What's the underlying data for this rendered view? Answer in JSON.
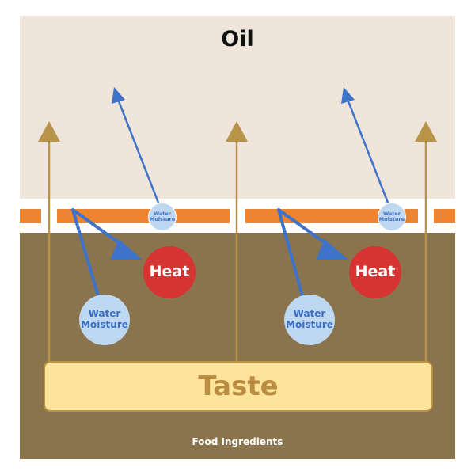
{
  "labels": {
    "oil": "Oil",
    "food_ingredients": "Food Ingredients",
    "taste": "Taste",
    "heat": "Heat",
    "water_line1": "Water",
    "water_line2": "Moisture"
  },
  "colors": {
    "oil_background": "#efe5da",
    "food_background": "#8a744d",
    "crust_layer": "#ee8430",
    "taste_fill": "#fde49a",
    "taste_border": "#bd9444",
    "taste_arrow": "#b8934a",
    "heat": "#d63333",
    "water": "#bfd8f2",
    "moisture_arrow": "#3f73c9"
  }
}
